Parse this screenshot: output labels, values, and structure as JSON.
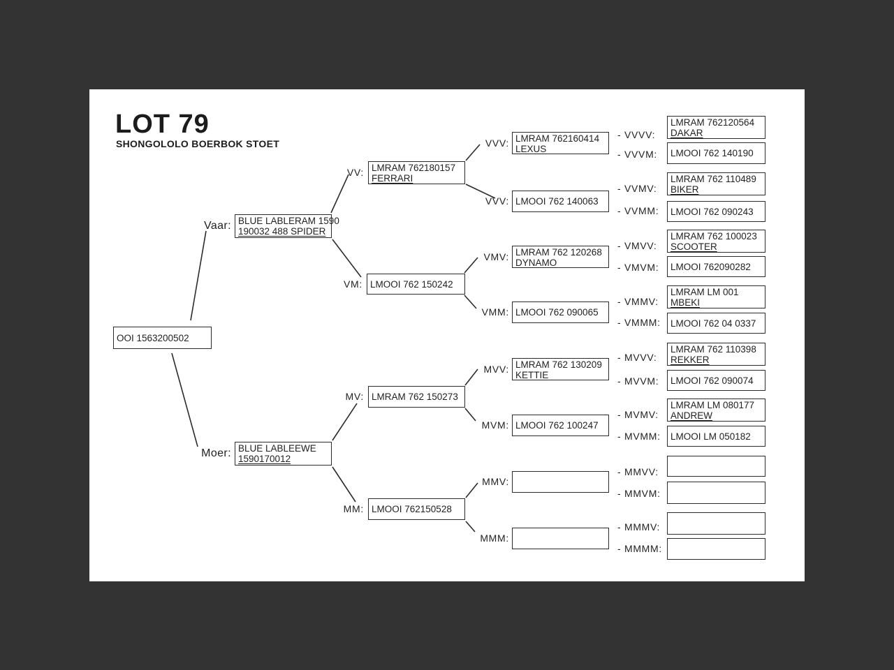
{
  "title": "LOT 79",
  "subtitle": "SHONGOLOLO BOERBOK STOET",
  "subject": {
    "lines": [
      "OOI 1563200502"
    ]
  },
  "nodes": [
    {
      "id": "vaar",
      "label": "Vaar:",
      "lines": [
        "BLUE LABLERAM 1590",
        "190032 488 SPIDER"
      ],
      "underline_last": true
    },
    {
      "id": "moer",
      "label": "Moer:",
      "lines": [
        "BLUE LABLEEWE",
        "1590170012"
      ],
      "underline_last": true
    },
    {
      "id": "vv",
      "label": "VV:",
      "lines": [
        "LMRAM 762180157",
        "FERRARI"
      ],
      "underline_last": true
    },
    {
      "id": "vm",
      "label": "VM:",
      "lines": [
        "LMOOI 762 150242"
      ],
      "underline_last": false
    },
    {
      "id": "mv",
      "label": "MV:",
      "lines": [
        "LMRAM 762 150273"
      ],
      "underline_last": false
    },
    {
      "id": "mm",
      "label": "MM:",
      "lines": [
        "LMOOI 762150528"
      ],
      "underline_last": false
    },
    {
      "id": "vvv",
      "label": "VVV:",
      "lines": [
        "LMRAM 762160414",
        "LEXUS"
      ],
      "underline_last": true
    },
    {
      "id": "vvm",
      "label": "VVV:",
      "lines": [
        "LMOOI 762 140063"
      ],
      "underline_last": false
    },
    {
      "id": "vmv",
      "label": "VMV:",
      "lines": [
        "LMRAM 762 120268",
        "DYNAMO"
      ],
      "underline_last": true
    },
    {
      "id": "vmm",
      "label": "VMM:",
      "lines": [
        "LMOOI 762 090065"
      ],
      "underline_last": false
    },
    {
      "id": "mvv",
      "label": "MVV:",
      "lines": [
        "LMRAM 762 130209",
        "KETTIE"
      ],
      "underline_last": true
    },
    {
      "id": "mvm",
      "label": "MVM:",
      "lines": [
        "LMOOI 762 100247"
      ],
      "underline_last": false
    },
    {
      "id": "mmv",
      "label": "MMV:",
      "lines": [],
      "underline_last": false
    },
    {
      "id": "mmm",
      "label": "MMM:",
      "lines": [],
      "underline_last": false
    },
    {
      "id": "vvvv",
      "label": "- VVVV:",
      "lines": [
        "LMRAM 762120564",
        "DAKAR"
      ],
      "underline_last": true
    },
    {
      "id": "vvvm",
      "label": "- VVVM:",
      "lines": [
        "LMOOI 762 140190"
      ],
      "underline_last": false
    },
    {
      "id": "vvmv",
      "label": "- VVMV:",
      "lines": [
        "LMRAM 762 110489",
        "BIKER"
      ],
      "underline_last": true
    },
    {
      "id": "vvmm",
      "label": "- VVMM:",
      "lines": [
        "LMOOI 762 090243"
      ],
      "underline_last": false
    },
    {
      "id": "vmvv",
      "label": "- VMVV:",
      "lines": [
        "LMRAM 762 100023",
        "SCOOTER"
      ],
      "underline_last": true
    },
    {
      "id": "vmvm",
      "label": "- VMVM:",
      "lines": [
        "LMOOI 762090282"
      ],
      "underline_last": false
    },
    {
      "id": "vmmv",
      "label": "- VMMV:",
      "lines": [
        "LMRAM LM 001",
        "MBEKI"
      ],
      "underline_last": true
    },
    {
      "id": "vmmm",
      "label": "- VMMM:",
      "lines": [
        "LMOOI 762 04 0337"
      ],
      "underline_last": false
    },
    {
      "id": "mvvv",
      "label": "- MVVV:",
      "lines": [
        "LMRAM 762 110398",
        "REKKER"
      ],
      "underline_last": true
    },
    {
      "id": "mvvm",
      "label": "- MVVM:",
      "lines": [
        "LMOOI 762 090074"
      ],
      "underline_last": false
    },
    {
      "id": "mvmv",
      "label": "- MVMV:",
      "lines": [
        "LMRAM LM 080177",
        "ANDREW"
      ],
      "underline_last": true
    },
    {
      "id": "mvmm",
      "label": "- MVMM:",
      "lines": [
        "LMOOI LM 050182"
      ],
      "underline_last": false
    },
    {
      "id": "mmvv",
      "label": "- MMVV:",
      "lines": [],
      "underline_last": false
    },
    {
      "id": "mmvm",
      "label": "- MMVM:",
      "lines": [],
      "underline_last": false
    },
    {
      "id": "mmmv",
      "label": "- MMMV:",
      "lines": [],
      "underline_last": false
    },
    {
      "id": "mmmm",
      "label": "- MMMM:",
      "lines": [],
      "underline_last": false
    }
  ]
}
